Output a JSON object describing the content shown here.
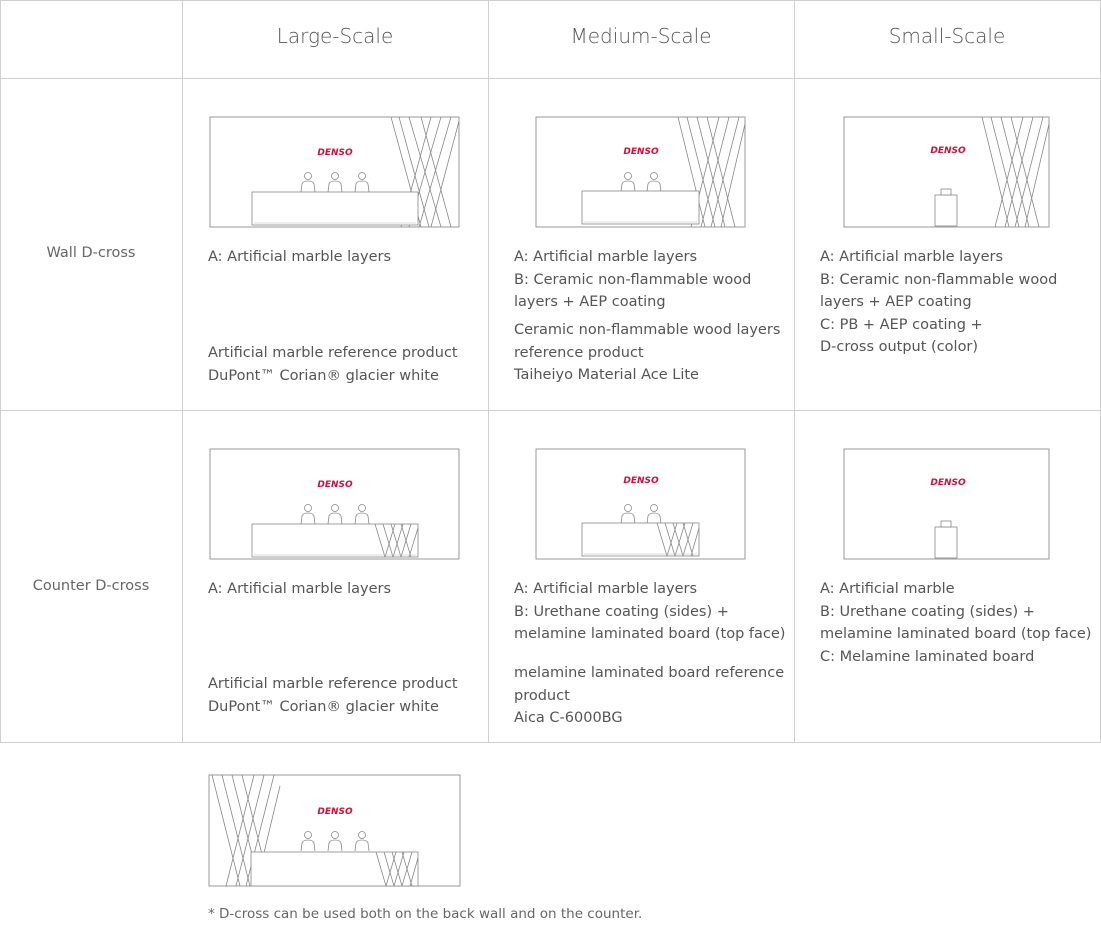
{
  "brand": {
    "logo_text": "DENSO",
    "logo_color": "#d0103a"
  },
  "columns": [
    "Large-Scale",
    "Medium-Scale",
    "Small-Scale"
  ],
  "rows": [
    {
      "label": "Wall D-cross",
      "cells": [
        {
          "layers": "A: Artificial marble layers",
          "reference": "Artificial marble reference product\nDuPont™ Corian® glacier white"
        },
        {
          "layers": "A: Artificial marble layers\nB: Ceramic non-flammable wood\nlayers + AEP coating",
          "reference": "Ceramic non-flammable wood layers\nreference product\nTaiheiyo Material Ace Lite"
        },
        {
          "layers": "A: Artificial marble layers\nB: Ceramic non-flammable wood\nlayers + AEP coating\nC: PB + AEP coating +\nD-cross output (color)",
          "reference": ""
        }
      ]
    },
    {
      "label": "Counter D-cross",
      "cells": [
        {
          "layers": "A: Artificial marble layers",
          "reference": "Artificial marble reference product\nDuPont™ Corian® glacier white"
        },
        {
          "layers": "A: Artificial marble layers\nB: Urethane coating (sides) +\nmelamine laminated board (top face)",
          "reference": "melamine laminated board reference\nproduct\nAica C-6000BG"
        },
        {
          "layers": "A: Artificial marble\nB: Urethane coating (sides) +\nmelamine laminated board (top face)\nC: Melamine laminated board",
          "reference": ""
        }
      ]
    }
  ],
  "footnote": "* D-cross can be used both on the back wall and on the counter."
}
